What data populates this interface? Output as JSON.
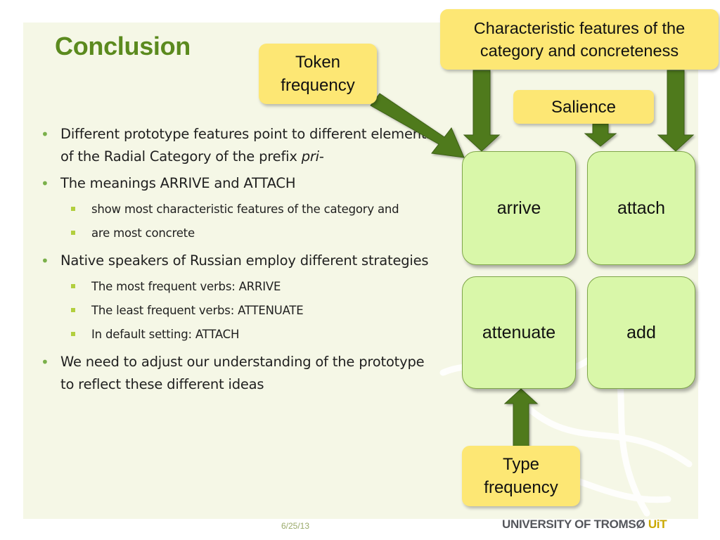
{
  "title": "Conclusion",
  "bullets": [
    {
      "text": "Different prototype features point to different elements of the Radial Category of the prefix ",
      "italic": "pri",
      "suffix": "-"
    },
    {
      "text": "The meanings ARRIVE and ATTACH",
      "subs": [
        "show most characteristic features of the category and",
        "are most concrete"
      ]
    },
    {
      "text": "Native speakers of Russian employ different strategies",
      "subs": [
        "The most frequent verbs: ARRIVE",
        "The least frequent verbs: ATTENUATE",
        "In default setting: ATTACH"
      ]
    },
    {
      "text": "We need to adjust our understanding of the prototype to reflect these different ideas"
    }
  ],
  "diagram": {
    "labels": {
      "token_line1": "Token",
      "token_line2": "frequency",
      "characteristic_line1": "Characteristic features of the",
      "characteristic_line2": "category and concreteness",
      "salience": "Salience",
      "type_line1": "Type",
      "type_line2": "frequency"
    },
    "nodes": {
      "arrive": "arrive",
      "attach": "attach",
      "attenuate": "attenuate",
      "add": "add"
    }
  },
  "colors": {
    "title": "#5b8a1e",
    "label_box": "#fde774",
    "node_fill": "#d9f7a9",
    "arrow_fill": "#4f7a1f",
    "background": "#f5f7e6"
  },
  "footer": {
    "date": "6/25/13",
    "university": "UNIVERSITY OF TROMSØ",
    "uit": "UiT"
  }
}
